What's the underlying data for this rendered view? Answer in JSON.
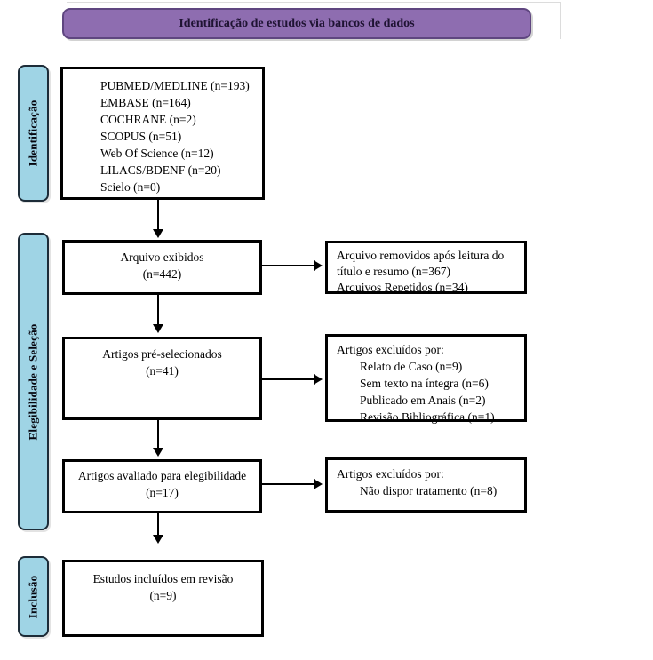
{
  "colors": {
    "purple_fill": "#8e6db0",
    "purple_border": "#5f4680",
    "blue_fill": "#9fd4e5",
    "blue_border": "#1d2c38",
    "box_border": "#000000",
    "header_text": "#1f1333"
  },
  "header": {
    "title": "Identificação de estudos via bancos de dados"
  },
  "sidebar": {
    "identification": "Identificação",
    "eligibility": "Elegibilidade e Seleção",
    "inclusion": "Inclusão"
  },
  "boxes": {
    "databases": {
      "lines": [
        "PUBMED/MEDLINE (n=193)",
        "EMBASE (n=164)",
        "COCHRANE (n=2)",
        "SCOPUS (n=51)",
        "Web Of Science (n=12)",
        "LILACS/BDENF (n=20)",
        "Scielo (n=0)"
      ]
    },
    "screened": {
      "title": "Arquivo exibidos",
      "count": "(n=442)"
    },
    "removed": {
      "lines": [
        "Arquivo removidos após leitura do título e resumo (n=367)",
        "Arquivos Repetidos (n=34)"
      ]
    },
    "preselected": {
      "title": "Artigos pré-selecionados",
      "count": "(n=41)"
    },
    "excluded_preselection": {
      "title": "Artigos excluídos por:",
      "items": [
        "Relato de Caso (n=9)",
        "Sem texto na íntegra (n=6)",
        "Publicado em Anais (n=2)",
        "Revisão Bibliográfica (n=1)"
      ]
    },
    "eligibility": {
      "title": "Artigos avaliado para elegibilidade",
      "count": "(n=17)"
    },
    "excluded_eligibility": {
      "title": "Artigos excluídos por:",
      "items": [
        "Não dispor tratamento (n=8)"
      ]
    },
    "included": {
      "title": "Estudos incluídos em revisão",
      "count": "(n=9)"
    }
  }
}
